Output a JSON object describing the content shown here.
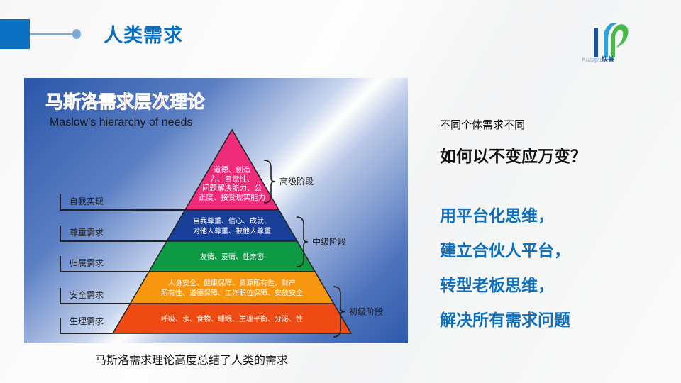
{
  "header": {
    "title": "人类需求",
    "logo_latin": "Kuaipu",
    "logo_cn": "快普"
  },
  "figure": {
    "title_cn": "马斯洛需求层次理论",
    "title_en": "Maslow's hierarchy of needs",
    "levels": [
      {
        "name": "自我实现",
        "lines": [
          "道德、创造",
          "力、自觉性、",
          "问题解决能力、公",
          "正度、接受现实能力"
        ],
        "color": "#ee2c7a"
      },
      {
        "name": "尊重需求",
        "lines": [
          "自我尊重、信心、成就、",
          "对他人尊重、被他人尊重"
        ],
        "color": "#1a3f98"
      },
      {
        "name": "归属需求",
        "lines": [
          "友情、爱情、性亲密"
        ],
        "color": "#0e9a45"
      },
      {
        "name": "安全需求",
        "lines": [
          "人身安全、健康保障、资源所有性、财产",
          "所有性、道德保障、工作职位保障、安放安全"
        ],
        "color": "#f7960f"
      },
      {
        "name": "生理需求",
        "lines": [
          "呼吸、水、食物、睡眠、生理平衡、分泌、性"
        ],
        "color": "#ee4a14"
      }
    ],
    "stages": [
      "高级阶段",
      "中级阶段",
      "初级阶段"
    ]
  },
  "caption": "马斯洛需求理论高度总结了人类的需求",
  "right": {
    "intro": "不同个体需求不同",
    "question": "如何以不变应万变？",
    "points": [
      "用平台化思维，",
      "建立合伙人平台，",
      "转型老板思维，",
      "解决所有需求问题"
    ]
  }
}
